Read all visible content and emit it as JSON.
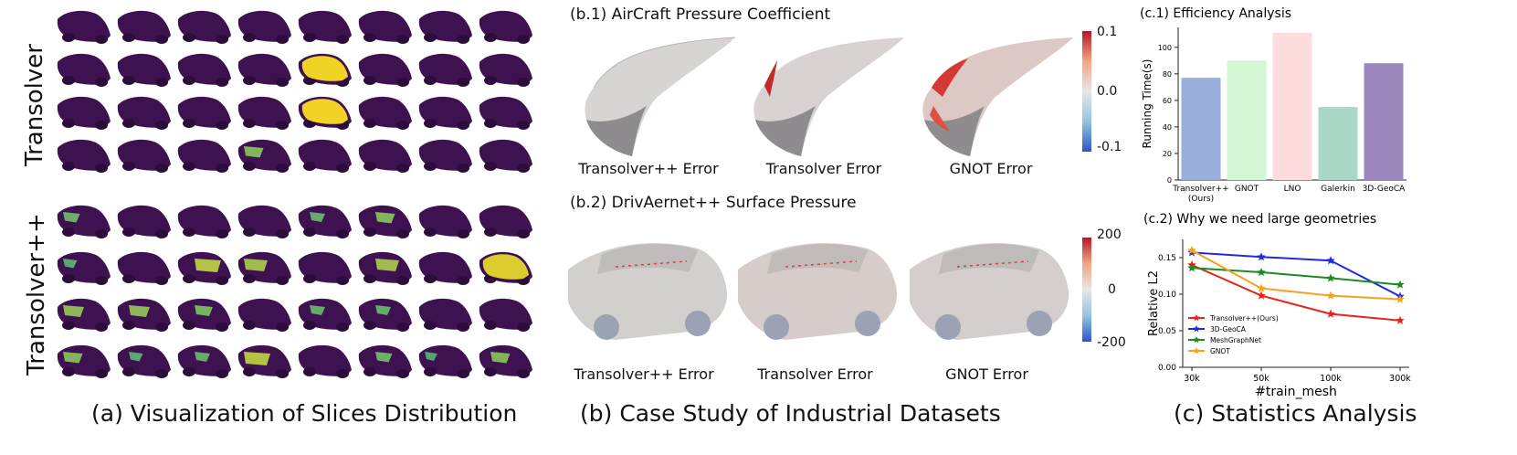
{
  "panel_a": {
    "caption": "(a) Visualization of Slices Distribution",
    "rows": [
      "Transolver",
      "Transolver++"
    ],
    "grid_cols": 8,
    "grid_rows_per_group": 4,
    "colors": {
      "base": "#3e1150",
      "highlight": "#f0d324",
      "teal": "#2a9a8a"
    },
    "transolver_highlights": [
      {
        "row": 1,
        "col": 4,
        "level": 1.0
      },
      {
        "row": 2,
        "col": 4,
        "level": 1.0
      },
      {
        "row": 3,
        "col": 3,
        "level": 0.45
      }
    ],
    "transolverpp_highlights": [
      {
        "row": 0,
        "col": 0,
        "level": 0.35
      },
      {
        "row": 0,
        "col": 4,
        "level": 0.3
      },
      {
        "row": 0,
        "col": 5,
        "level": 0.45
      },
      {
        "row": 1,
        "col": 0,
        "level": 0.25
      },
      {
        "row": 1,
        "col": 2,
        "level": 0.7
      },
      {
        "row": 1,
        "col": 3,
        "level": 0.6
      },
      {
        "row": 1,
        "col": 5,
        "level": 0.6
      },
      {
        "row": 1,
        "col": 7,
        "level": 0.9
      },
      {
        "row": 2,
        "col": 0,
        "level": 0.5
      },
      {
        "row": 2,
        "col": 1,
        "level": 0.5
      },
      {
        "row": 2,
        "col": 2,
        "level": 0.4
      },
      {
        "row": 2,
        "col": 4,
        "level": 0.3
      },
      {
        "row": 2,
        "col": 5,
        "level": 0.3
      },
      {
        "row": 3,
        "col": 0,
        "level": 0.45
      },
      {
        "row": 3,
        "col": 1,
        "level": 0.25
      },
      {
        "row": 3,
        "col": 2,
        "level": 0.3
      },
      {
        "row": 3,
        "col": 3,
        "level": 0.7
      },
      {
        "row": 3,
        "col": 5,
        "level": 0.35
      },
      {
        "row": 3,
        "col": 6,
        "level": 0.2
      },
      {
        "row": 3,
        "col": 7,
        "level": 0.45
      }
    ]
  },
  "panel_b": {
    "caption": "(b) Case Study of Industrial Datasets",
    "b1": {
      "title": "(b.1) AirCraft Pressure Coefficient",
      "renders": [
        "Transolver++ Error",
        "Transolver Error",
        "GNOT Error"
      ],
      "colorbar_ticks": [
        "0.1",
        "0.0",
        "-0.1"
      ]
    },
    "b2": {
      "title": "(b.2) DrivAernet++ Surface Pressure",
      "renders": [
        "Transolver++ Error",
        "Transolver Error",
        "GNOT Error"
      ],
      "colorbar_ticks": [
        "200",
        "0",
        "-200"
      ]
    }
  },
  "panel_c": {
    "caption": "(c) Statistics Analysis"
  },
  "chart_data": [
    {
      "type": "bar",
      "title": "(c.1) Efficiency Analysis",
      "xlabel": "",
      "ylabel": "Running Time(s)",
      "categories": [
        "Transolver++ (Ours)",
        "GNOT",
        "LNO",
        "Galerkin",
        "3D-GeoCA"
      ],
      "category_lines": [
        [
          "Transolver++",
          "(Ours)"
        ],
        [
          "GNOT"
        ],
        [
          "LNO"
        ],
        [
          "Galerkin"
        ],
        [
          "3D-GeoCA"
        ]
      ],
      "values": [
        77,
        90,
        111,
        55,
        88
      ],
      "colors": [
        "#9aaedc",
        "#d5f6d4",
        "#fcdcdc",
        "#a9d9c6",
        "#9b87be"
      ],
      "ylim": [
        0,
        115
      ],
      "yticks": [
        0,
        20,
        40,
        60,
        80,
        100
      ],
      "grid": false
    },
    {
      "type": "line",
      "title": "(c.2) Why we need large geometries",
      "xlabel": "#train_mesh",
      "ylabel": "Relative L2",
      "x": [
        "30k",
        "50k",
        "100k",
        "300k"
      ],
      "ylim": [
        0.0,
        0.175
      ],
      "yticks": [
        "0.00",
        "0.05",
        "0.10",
        "0.15"
      ],
      "legend_position": "lower-left",
      "grid": false,
      "series": [
        {
          "name": "Transolver++(Ours)",
          "color": "#e8231a",
          "values": [
            0.14,
            0.098,
            0.073,
            0.064
          ]
        },
        {
          "name": "3D-GeoCA",
          "color": "#1f2be0",
          "values": [
            0.157,
            0.151,
            0.146,
            0.097
          ]
        },
        {
          "name": "MeshGraphNet",
          "color": "#1e8a22",
          "values": [
            0.136,
            0.13,
            0.122,
            0.113
          ]
        },
        {
          "name": "GNOT",
          "color": "#f5a21f",
          "values": [
            0.16,
            0.108,
            0.098,
            0.093
          ]
        }
      ]
    }
  ]
}
